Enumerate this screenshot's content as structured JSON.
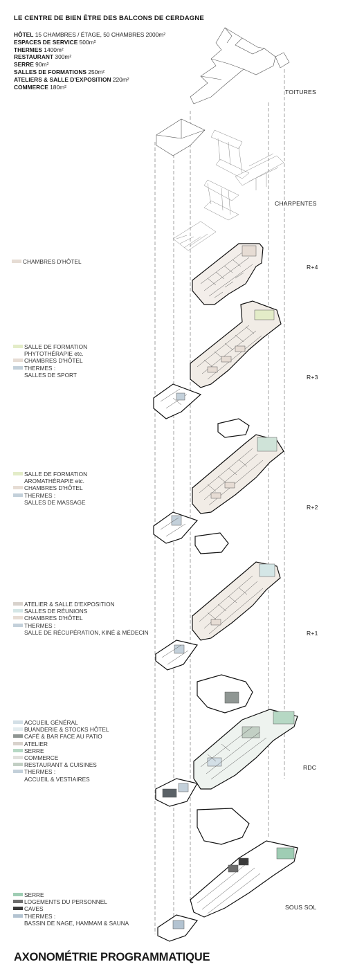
{
  "title": "LE CENTRE DE BIEN ÊTRE DES BALCONS DE CERDAGNE",
  "programme": [
    {
      "label": "HÔTEL",
      "value": "15 CHAMBRES / ÉTAGE, 50 CHAMBRES 2000m²"
    },
    {
      "label": "ESPACES DE SERVICE",
      "value": "500m²"
    },
    {
      "label": "THERMES",
      "value": "1400m²"
    },
    {
      "label": "RESTAURANT",
      "value": "300m²"
    },
    {
      "label": "SERRE",
      "value": "90m²"
    },
    {
      "label": "SALLES DE FORMATIONS",
      "value": "250m²"
    },
    {
      "label": "ATELIERS & SALLE D'EXPOSITION",
      "value": "220m²"
    },
    {
      "label": "COMMERCE",
      "value": "180m²"
    }
  ],
  "levels": {
    "toitures": "TOITURES",
    "charpentes": "CHARPENTES",
    "r4": "R+4",
    "r3": "R+3",
    "r2": "R+2",
    "r1": "R+1",
    "rdc": "RDC",
    "soussol": "SOUS SOL"
  },
  "legend_r4": [
    {
      "text": "CHAMBRES D'HÔTEL",
      "color": "#e6dcd4"
    }
  ],
  "legend_r3": [
    {
      "text": "SALLE DE FORMATION",
      "color": "#e3ecc8"
    },
    {
      "text": "PHYTOTHÉRAPIE etc.",
      "color": ""
    },
    {
      "text": "CHAMBRES D'HÔTEL",
      "color": "#e6dcd4"
    },
    {
      "text": "THERMES :",
      "color": "#c3d0da"
    },
    {
      "text": "SALLES DE SPORT",
      "color": ""
    }
  ],
  "legend_r2": [
    {
      "text": "SALLE DE FORMATION",
      "color": "#e3ecc8"
    },
    {
      "text": "AROMATHÉRAPIE etc.",
      "color": ""
    },
    {
      "text": "CHAMBRES D'HÔTEL",
      "color": "#e6dcd4"
    },
    {
      "text": "THERMES :",
      "color": "#c3d0da"
    },
    {
      "text": "SALLES DE MASSAGE",
      "color": ""
    }
  ],
  "legend_r1": [
    {
      "text": "ATELIER & SALLE D'EXPOSITION",
      "color": "#d8d2cc"
    },
    {
      "text": "SALLES DE RÉUNIONS",
      "color": "#d4e6e6"
    },
    {
      "text": "CHAMBRES D'HÔTEL",
      "color": "#e6dcd4"
    },
    {
      "text": "THERMES :",
      "color": "#c3d0da"
    },
    {
      "text": "SALLE DE RÉCUPÉRATION, KINÉ & MÉDECIN",
      "color": ""
    }
  ],
  "legend_rdc": [
    {
      "text": "ACCUEIL GÉNÉRAL",
      "color": "#d3dfe6"
    },
    {
      "text": "BUANDERIE & STOCKS HÔTEL",
      "color": "#e3ecef"
    },
    {
      "text": "CAFÉ & BAR FACE AU PATIO",
      "color": "#8f9693"
    },
    {
      "text": "ATELIER",
      "color": "#d8d2cc"
    },
    {
      "text": "SERRE",
      "color": "#b6d8c4"
    },
    {
      "text": "COMMERCE",
      "color": "#e0e0dc"
    },
    {
      "text": "RESTAURANT & CUISINES",
      "color": "#c2cfc4"
    },
    {
      "text": "THERMES :",
      "color": "#c3d0da"
    },
    {
      "text": "ACCUEIL & VESTIAIRES",
      "color": ""
    }
  ],
  "legend_ss": [
    {
      "text": "SERRE",
      "color": "#9fcdb4"
    },
    {
      "text": "LOGEMENTS DU PERSONNEL",
      "color": "#6d6d6d"
    },
    {
      "text": "CAVES",
      "color": "#3a3a3a"
    },
    {
      "text": "THERMES :",
      "color": "#b3c3d1"
    },
    {
      "text": "BASSIN DE NAGE, HAMMAM & SAUNA",
      "color": ""
    }
  ],
  "main_title": "AXONOMÉTRIE PROGRAMMATIQUE"
}
